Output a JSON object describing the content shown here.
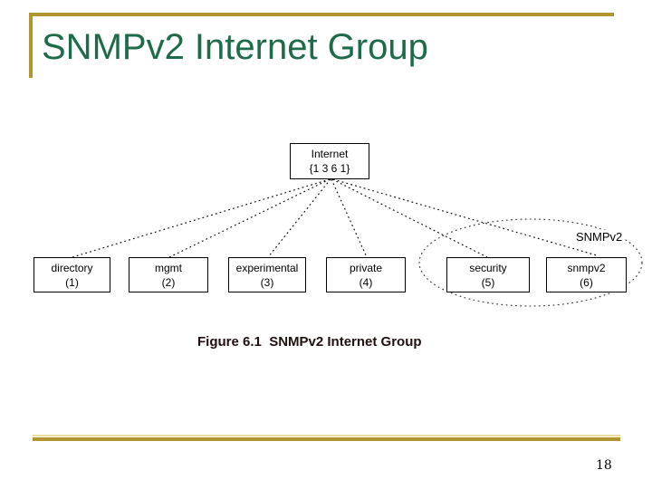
{
  "slide": {
    "title": "SNMPv2 Internet Group",
    "caption": "Figure 6.1  SNMPv2 Internet Group",
    "page_number": "18",
    "colors": {
      "title_green": "#1e6b49",
      "rule_gold": "#b1952f",
      "rule_gold_light": "#e9e0a0",
      "caption_text": "#201010",
      "diagram_line": "#000000"
    }
  },
  "diagram": {
    "root": {
      "label": "Internet",
      "oid": "{1 3 6 1}"
    },
    "group_label": "SNMPv2",
    "children": [
      {
        "label": "directory",
        "number": "(1)"
      },
      {
        "label": "mgmt",
        "number": "(2)"
      },
      {
        "label": "experimental",
        "number": "(3)"
      },
      {
        "label": "private",
        "number": "(4)"
      },
      {
        "label": "security",
        "number": "(5)"
      },
      {
        "label": "snmpv2",
        "number": "(6)"
      }
    ]
  }
}
